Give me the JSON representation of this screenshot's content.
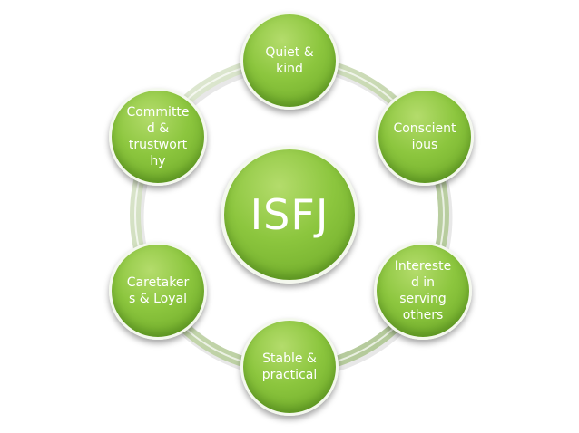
{
  "diagram": {
    "center": {
      "label": "ISFJ"
    },
    "traits": [
      {
        "label": "Quiet &\nkind"
      },
      {
        "label": "Conscient\nious"
      },
      {
        "label": "Intereste\nd in\nserving\nothers"
      },
      {
        "label": "Stable &\npractical"
      },
      {
        "label": "Caretaker\ns & Loyal"
      },
      {
        "label": "Committe\nd &\ntrustwort\nhy"
      }
    ]
  },
  "colors": {
    "node_fill": "#8cc63e",
    "ring": "#c9d9b4",
    "text": "#ffffff"
  }
}
